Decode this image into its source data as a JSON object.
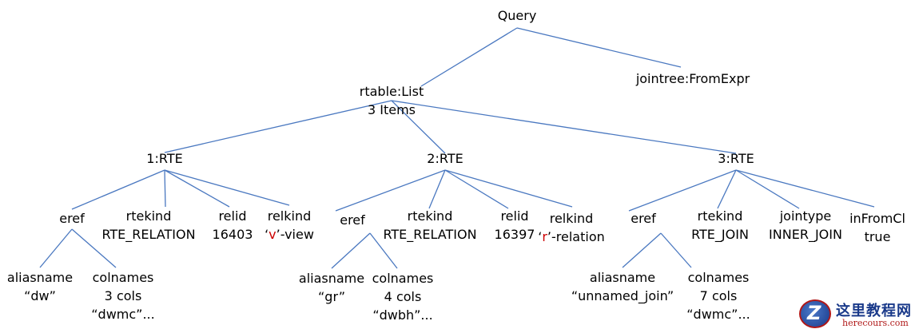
{
  "nodes": {
    "query": {
      "lines": [
        [
          {
            "t": "Query"
          }
        ]
      ]
    },
    "rtable": {
      "lines": [
        [
          {
            "t": "rtable:List"
          }
        ],
        [
          {
            "t": "3 Items"
          }
        ]
      ]
    },
    "jointree": {
      "lines": [
        [
          {
            "t": "jointree:FromExpr"
          }
        ]
      ]
    },
    "rte1": {
      "lines": [
        [
          {
            "t": "1:RTE"
          }
        ]
      ]
    },
    "rte2": {
      "lines": [
        [
          {
            "t": "2:RTE"
          }
        ]
      ]
    },
    "rte3": {
      "lines": [
        [
          {
            "t": "3:RTE"
          }
        ]
      ]
    },
    "r1_eref": {
      "lines": [
        [
          {
            "t": "eref"
          }
        ]
      ]
    },
    "r1_rtekind": {
      "lines": [
        [
          {
            "t": "rtekind"
          }
        ],
        [
          {
            "t": "RTE_RELATION"
          }
        ]
      ]
    },
    "r1_relid": {
      "lines": [
        [
          {
            "t": "relid"
          }
        ],
        [
          {
            "t": "16403"
          }
        ]
      ]
    },
    "r1_relkind": {
      "lines": [
        [
          {
            "t": "relkind"
          }
        ],
        [
          {
            "t": "‘"
          },
          {
            "t": "v",
            "red": true
          },
          {
            "t": "’-view"
          }
        ]
      ]
    },
    "r2_eref": {
      "lines": [
        [
          {
            "t": "eref"
          }
        ]
      ]
    },
    "r2_rtekind": {
      "lines": [
        [
          {
            "t": "rtekind"
          }
        ],
        [
          {
            "t": "RTE_RELATION"
          }
        ]
      ]
    },
    "r2_relid": {
      "lines": [
        [
          {
            "t": "relid"
          }
        ],
        [
          {
            "t": "16397"
          }
        ]
      ]
    },
    "r2_relkind": {
      "lines": [
        [
          {
            "t": "relkind"
          }
        ],
        [
          {
            "t": "‘"
          },
          {
            "t": "r",
            "red": true
          },
          {
            "t": "’-relation"
          }
        ]
      ]
    },
    "r3_eref": {
      "lines": [
        [
          {
            "t": "eref"
          }
        ]
      ]
    },
    "r3_rtekind": {
      "lines": [
        [
          {
            "t": "rtekind"
          }
        ],
        [
          {
            "t": "RTE_JOIN"
          }
        ]
      ]
    },
    "r3_jointype": {
      "lines": [
        [
          {
            "t": "jointype"
          }
        ],
        [
          {
            "t": "INNER_JOIN"
          }
        ]
      ]
    },
    "r3_infromcl": {
      "lines": [
        [
          {
            "t": "inFromCl"
          }
        ],
        [
          {
            "t": "true"
          }
        ]
      ]
    },
    "r1_alias": {
      "lines": [
        [
          {
            "t": "aliasname"
          }
        ],
        [
          {
            "t": "“dw”"
          }
        ]
      ]
    },
    "r1_colnames": {
      "lines": [
        [
          {
            "t": "colnames"
          }
        ],
        [
          {
            "t": "3 cols"
          }
        ],
        [
          {
            "t": "“dwmc”..."
          }
        ]
      ]
    },
    "r2_alias": {
      "lines": [
        [
          {
            "t": "aliasname"
          }
        ],
        [
          {
            "t": "“gr”"
          }
        ]
      ]
    },
    "r2_colnames": {
      "lines": [
        [
          {
            "t": "colnames"
          }
        ],
        [
          {
            "t": "4 cols"
          }
        ],
        [
          {
            "t": "“dwbh”..."
          }
        ]
      ]
    },
    "r3_alias": {
      "lines": [
        [
          {
            "t": "aliasname"
          }
        ],
        [
          {
            "t": "“unnamed_join”"
          }
        ]
      ]
    },
    "r3_colnames": {
      "lines": [
        [
          {
            "t": "colnames"
          }
        ],
        [
          {
            "t": "7 cols"
          }
        ],
        [
          {
            "t": "“dwmc”..."
          }
        ]
      ]
    }
  },
  "edges": [
    [
      "query",
      "rtable"
    ],
    [
      "query",
      "jointree"
    ],
    [
      "rtable",
      "rte1"
    ],
    [
      "rtable",
      "rte2"
    ],
    [
      "rtable",
      "rte3"
    ],
    [
      "rte1",
      "r1_eref"
    ],
    [
      "rte1",
      "r1_rtekind"
    ],
    [
      "rte1",
      "r1_relid"
    ],
    [
      "rte1",
      "r1_relkind"
    ],
    [
      "rte2",
      "r2_eref"
    ],
    [
      "rte2",
      "r2_rtekind"
    ],
    [
      "rte2",
      "r2_relid"
    ],
    [
      "rte2",
      "r2_relkind"
    ],
    [
      "rte3",
      "r3_eref"
    ],
    [
      "rte3",
      "r3_rtekind"
    ],
    [
      "rte3",
      "r3_jointype"
    ],
    [
      "rte3",
      "r3_infromcl"
    ],
    [
      "r1_eref",
      "r1_alias"
    ],
    [
      "r1_eref",
      "r1_colnames"
    ],
    [
      "r2_eref",
      "r2_alias"
    ],
    [
      "r2_eref",
      "r2_colnames"
    ],
    [
      "r3_eref",
      "r3_alias"
    ],
    [
      "r3_eref",
      "r3_colnames"
    ]
  ],
  "colors": {
    "edge": "#4a78c0",
    "text": "#000000",
    "highlight": "#cc0000"
  },
  "watermark": {
    "cn": "这里教程网",
    "en": "herecours.com"
  }
}
